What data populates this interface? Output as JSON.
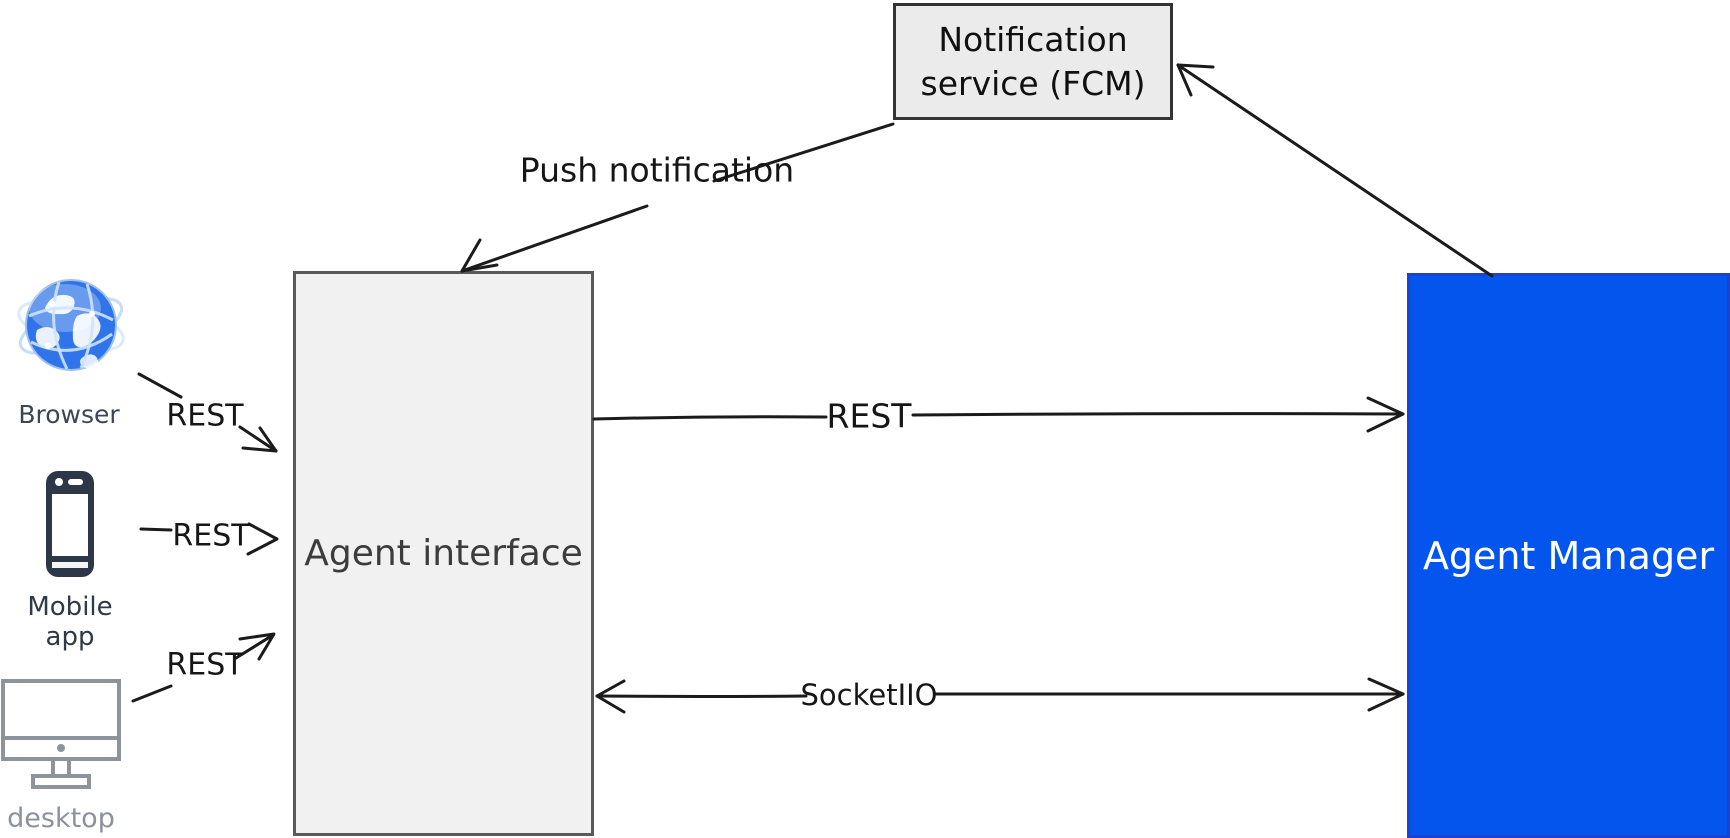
{
  "diagram": {
    "nodes": {
      "notification_service": {
        "label": "Notification service (FCM)",
        "fill": "#ebebeb",
        "border": "#343434",
        "text_color": "#101010"
      },
      "agent_interface": {
        "label": "Agent interface",
        "fill": "#f1f1f1",
        "border": "#5a5a5a",
        "text_color": "#3c3c3c"
      },
      "agent_manager": {
        "label": "Agent Manager",
        "fill": "#0355ee",
        "border": "#1b43cf",
        "text_color": "#ffffff"
      }
    },
    "clients": [
      {
        "icon": "globe-icon",
        "label": "Browser",
        "label_color": "#3c4654"
      },
      {
        "icon": "smartphone-icon",
        "label": "Mobile app",
        "label_color": "#2e3a48"
      },
      {
        "icon": "desktop-monitor-icon",
        "label": "desktop",
        "label_color": "#8b929b"
      }
    ],
    "edges": {
      "rest_browser": {
        "label": "REST",
        "from": "Browser",
        "to": "Agent interface"
      },
      "rest_mobile": {
        "label": "REST",
        "from": "Mobile app",
        "to": "Agent interface"
      },
      "rest_desktop": {
        "label": "REST",
        "from": "desktop",
        "to": "Agent interface"
      },
      "rest_main": {
        "label": "REST",
        "from": "Agent interface",
        "to": "Agent Manager"
      },
      "socket": {
        "label": "SocketIIO",
        "from": "Agent Manager",
        "to": "Agent interface",
        "bidirectional": true
      },
      "push": {
        "label": "Push notification",
        "from": "Notification service (FCM)",
        "to": "Agent interface"
      },
      "manager_to_notification": {
        "label": "",
        "from": "Agent Manager",
        "to": "Notification service (FCM)"
      }
    },
    "arrow_color": "#1b1b1b"
  }
}
